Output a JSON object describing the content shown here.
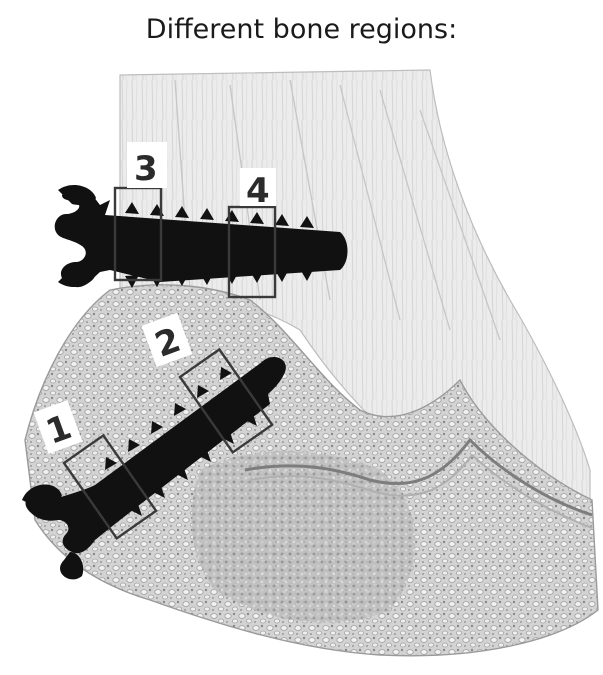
{
  "title": "Different bone regions:",
  "regions": [
    {
      "label": "1"
    },
    {
      "label": "2"
    },
    {
      "label": "3"
    },
    {
      "label": "4"
    }
  ],
  "colors": {
    "bone_light": "#e4e4e4",
    "bone_mid": "#cfcfcf",
    "bone_dark": "#8a8a8a",
    "implant": "#111111",
    "box_stroke": "#3a3a3a"
  }
}
